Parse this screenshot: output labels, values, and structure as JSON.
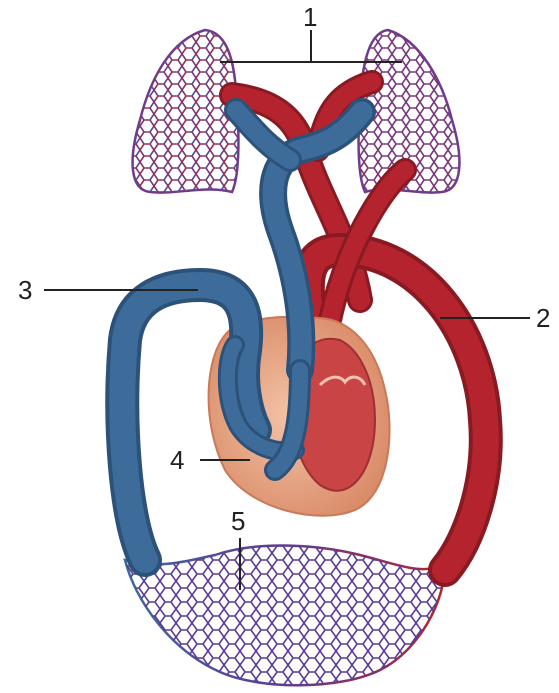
{
  "diagram": {
    "labels": {
      "l1": "1",
      "l2": "2",
      "l3": "3",
      "l4": "4",
      "l5": "5"
    }
  },
  "colors": {
    "artery": "#b5242e",
    "artery_dark": "#8a1a22",
    "vein": "#3e6c9a",
    "vein_dark": "#2c5279",
    "heart_outer": "#e7a586",
    "heart_inner": "#c94545",
    "capillary_red": "#a52a3a",
    "capillary_blue": "#4a4fa0",
    "label_line": "#222222"
  }
}
